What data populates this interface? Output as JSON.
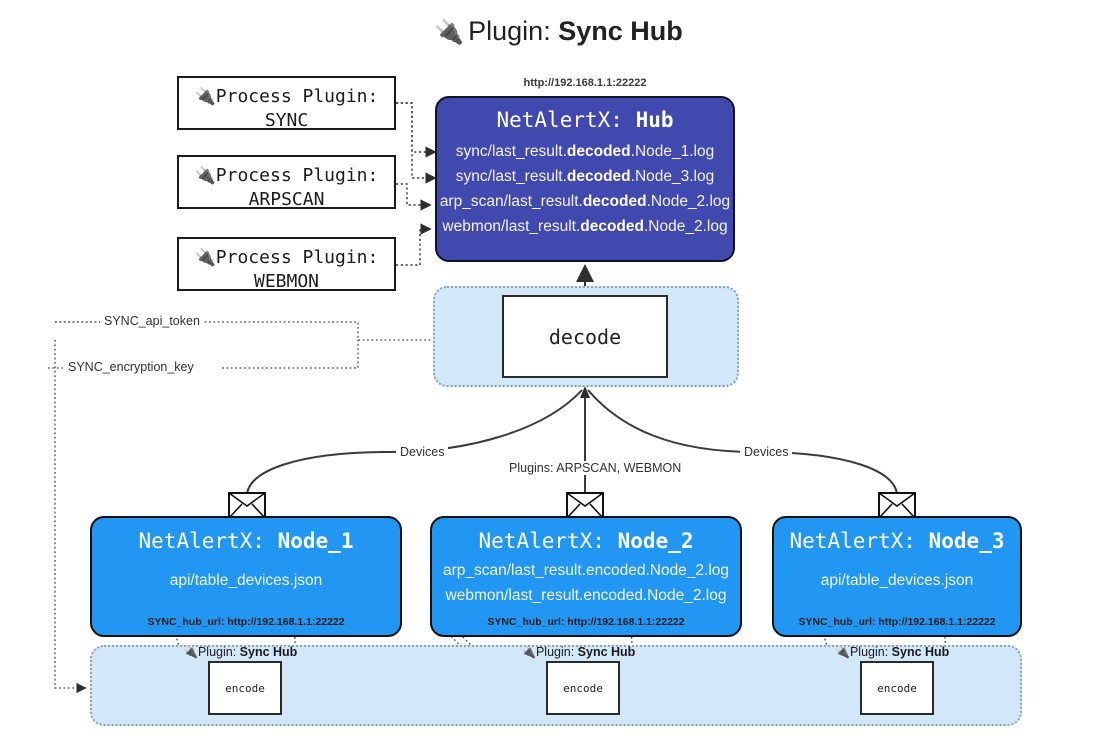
{
  "title": {
    "icon": "plug-icon",
    "prefix": "Plugin:",
    "name": "Sync Hub"
  },
  "process_plugins": [
    {
      "icon": "plug-icon",
      "line1": "Process Plugin:",
      "line2": "SYNC"
    },
    {
      "icon": "plug-icon",
      "line1": "Process Plugin:",
      "line2": "ARPSCAN"
    },
    {
      "icon": "plug-icon",
      "line1": "Process Plugin:",
      "line2": "WEBMON"
    }
  ],
  "hub": {
    "url": "http://192.168.1.1:22222",
    "title_prefix": "NetAlertX:",
    "title_name": "Hub",
    "logs": [
      {
        "pre": "sync/last_result.",
        "mid": "decoded",
        "post": ".Node_1.log"
      },
      {
        "pre": "sync/last_result.",
        "mid": "decoded",
        "post": ".Node_3.log"
      },
      {
        "pre": "arp_scan/last_result.",
        "mid": "decoded",
        "post": ".Node_2.log"
      },
      {
        "pre": "webmon/last_result.",
        "mid": "decoded",
        "post": ".Node_2.log"
      }
    ]
  },
  "decode": {
    "label": "decode"
  },
  "config_labels": {
    "api_token": "SYNC_api_token",
    "encryption_key": "SYNC_encryption_key"
  },
  "edge_labels": {
    "devices_left": "Devices",
    "plugins_center": "Plugins: ARPSCAN, WEBMON",
    "devices_right": "Devices"
  },
  "nodes": [
    {
      "title_prefix": "NetAlertX:",
      "title_name": "Node_1",
      "lines": [
        "api/table_devices.json"
      ],
      "hub_url_label": "SYNC_hub_url: http://192.168.1.1:22222",
      "envelope_icon": "envelope-icon"
    },
    {
      "title_prefix": "NetAlertX:",
      "title_name": "Node_2",
      "lines": [
        "arp_scan/last_result.encoded.Node_2.log",
        "webmon/last_result.encoded.Node_2.log"
      ],
      "hub_url_label": "SYNC_hub_url: http://192.168.1.1:22222",
      "envelope_icon": "envelope-icon"
    },
    {
      "title_prefix": "NetAlertX:",
      "title_name": "Node_3",
      "lines": [
        "api/table_devices.json"
      ],
      "hub_url_label": "SYNC_hub_url: http://192.168.1.1:22222",
      "envelope_icon": "envelope-icon"
    }
  ],
  "encoders": [
    {
      "tag_icon": "plug-icon",
      "tag_prefix": "Plugin:",
      "tag_name": "Sync Hub",
      "label": "encode"
    },
    {
      "tag_icon": "plug-icon",
      "tag_prefix": "Plugin:",
      "tag_name": "Sync Hub",
      "label": "encode"
    },
    {
      "tag_icon": "plug-icon",
      "tag_prefix": "Plugin:",
      "tag_name": "Sync Hub",
      "label": "encode"
    }
  ],
  "colors": {
    "hub_fill": "#4149ae",
    "node_fill": "#2196f3",
    "cluster_fill": "#d2e8f8",
    "line": "#3a3a3a"
  }
}
